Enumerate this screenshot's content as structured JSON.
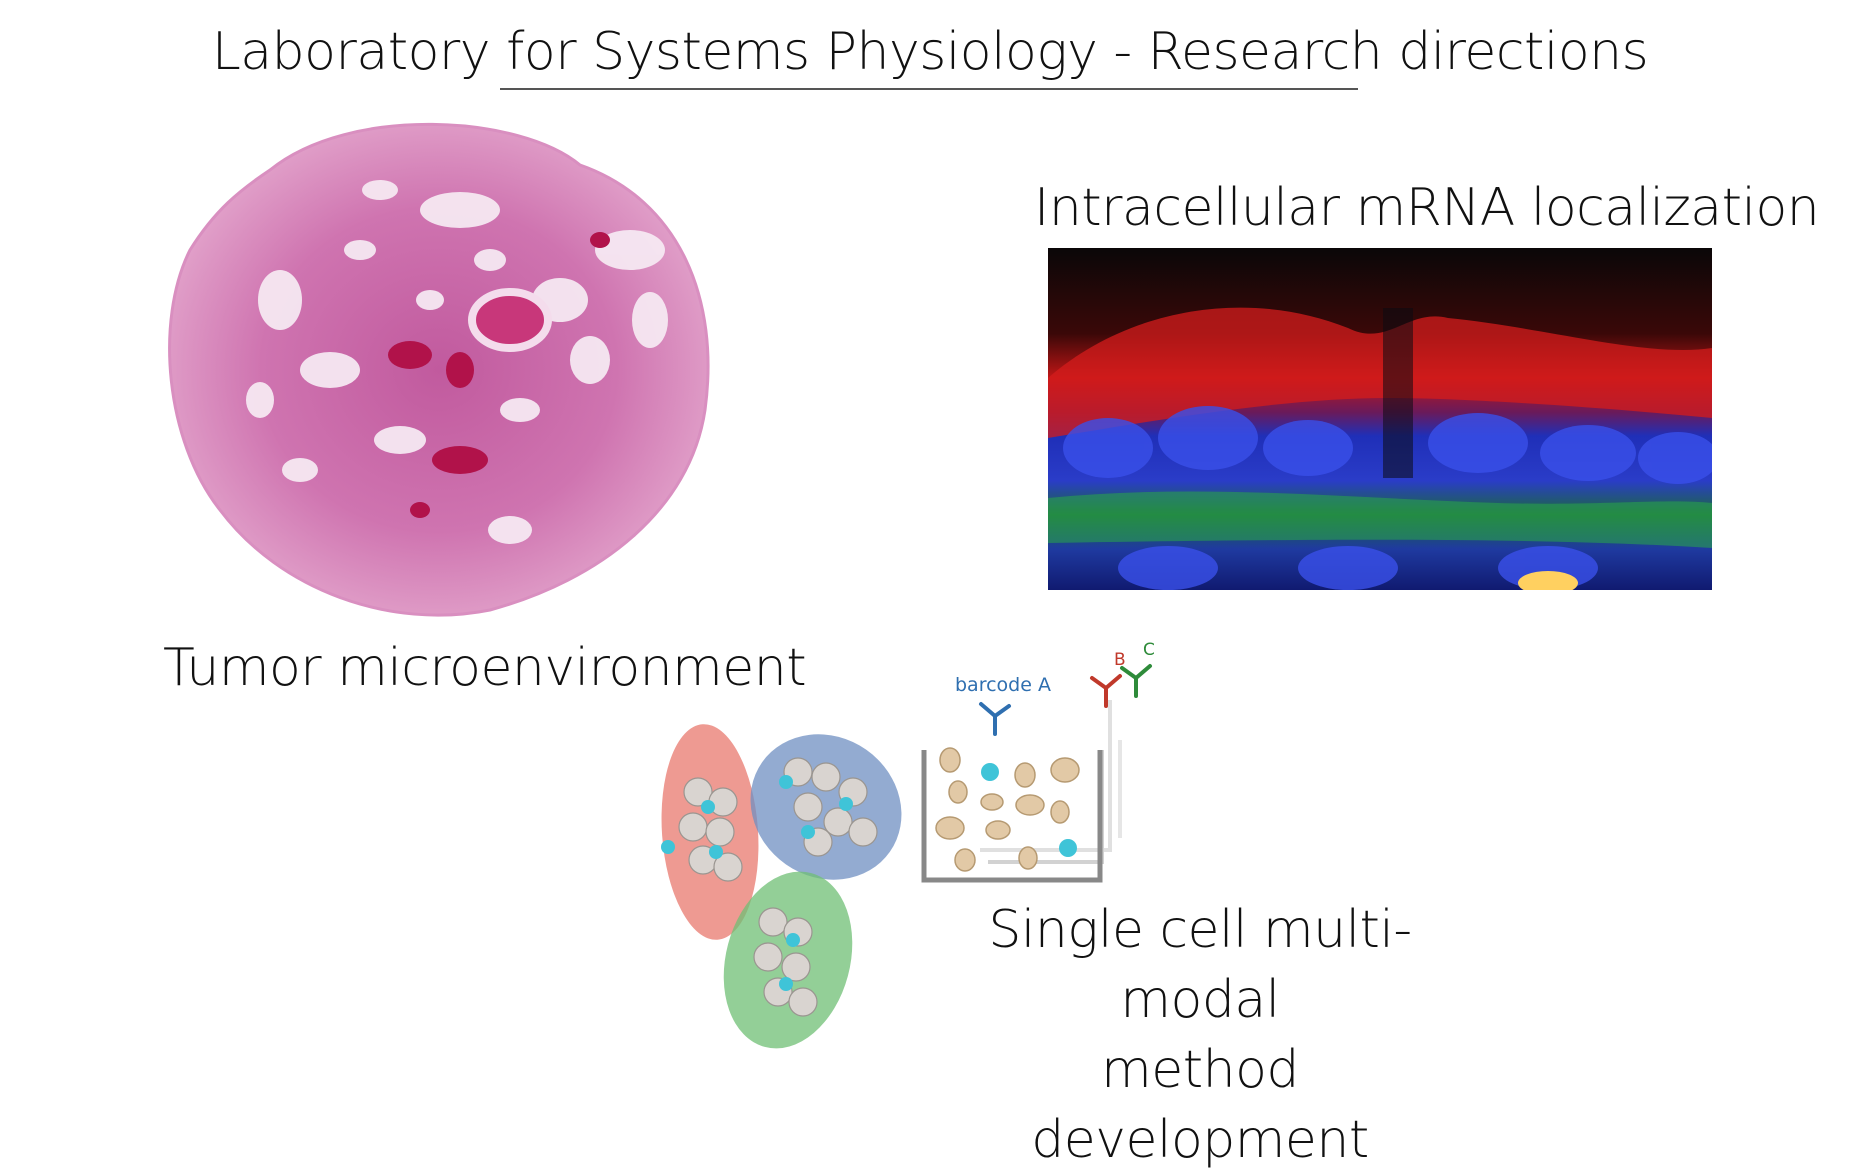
{
  "title": "Laboratory for Systems Physiology - Research directions",
  "panels": {
    "tumor": {
      "label": "Tumor microenvironment"
    },
    "mrna": {
      "label": "Intracellular mRNA localization"
    },
    "single_cell": {
      "label_line1": "Single cell multi-modal",
      "label_line2": "method development",
      "barcode_a": "barcode A",
      "barcode_b": "B",
      "barcode_c": "C"
    }
  },
  "colors": {
    "barcode_a": "#2f6fb0",
    "barcode_b": "#c0392b",
    "barcode_c": "#2e8b3a",
    "cluster_red": "#e8786e",
    "cluster_blue": "#6f8fc2",
    "cluster_green": "#6fbf74",
    "cell_marker": "#3fc4d8"
  }
}
